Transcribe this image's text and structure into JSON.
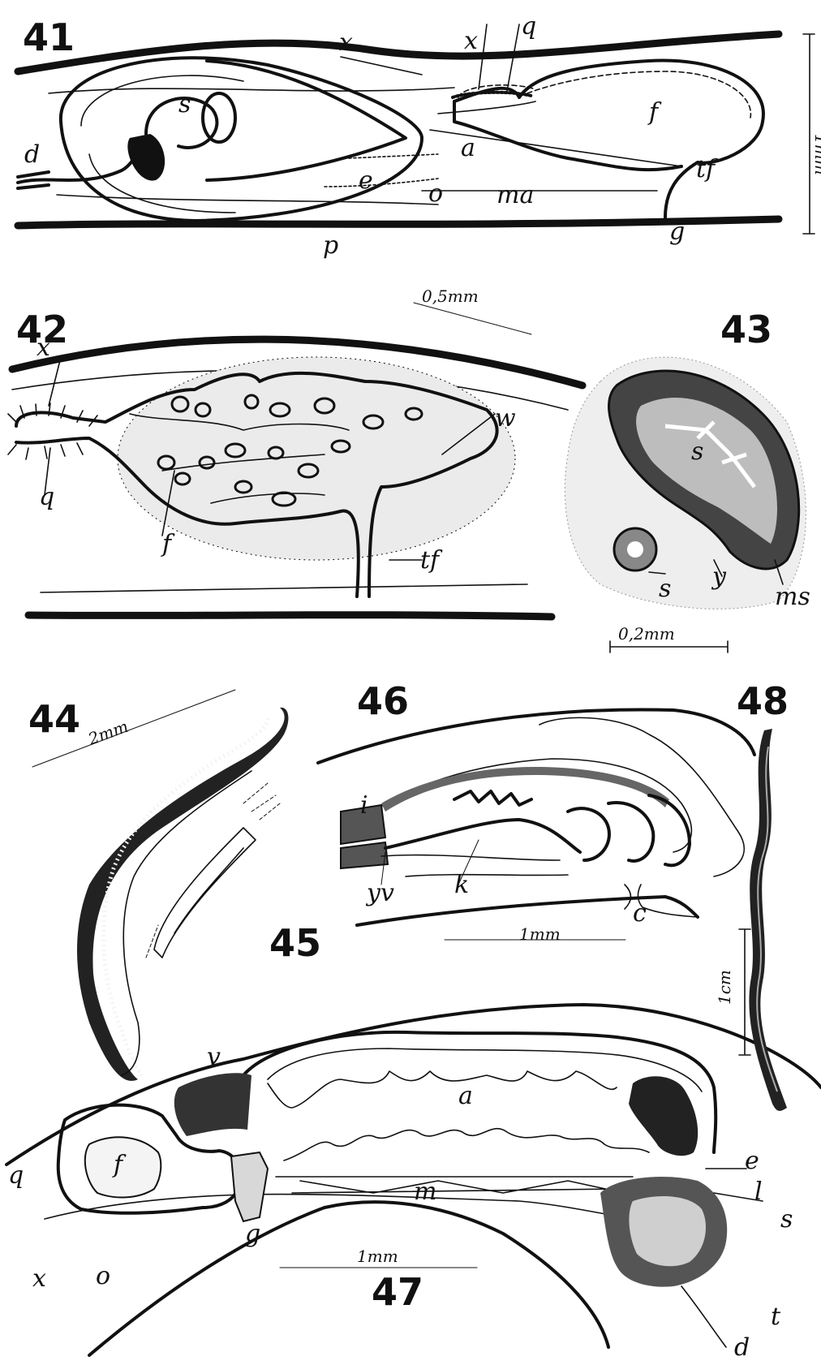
{
  "figures": {
    "f41": {
      "number": "41",
      "labels": [
        "x",
        "x",
        "q",
        "s",
        "d",
        "f",
        "a",
        "e",
        "o",
        "ma",
        "tf",
        "g",
        "p"
      ],
      "scale": "1mm"
    },
    "f42": {
      "number": "42",
      "labels": [
        "x",
        "q",
        "w",
        "f",
        "tf"
      ],
      "scale": "0,5mm"
    },
    "f43": {
      "number": "43",
      "labels": [
        "s",
        "ms",
        "s",
        "y"
      ],
      "scale": "0,2mm"
    },
    "f44": {
      "number": "44",
      "scale": "2mm"
    },
    "f45": {
      "number": "45"
    },
    "f46": {
      "number": "46",
      "labels": [
        "i",
        "yv",
        "k",
        "c"
      ],
      "scale": "1mm"
    },
    "f47": {
      "number": "47",
      "labels": [
        "a",
        "v",
        "f",
        "q",
        "x",
        "o",
        "g",
        "m",
        "e",
        "l",
        "s",
        "t",
        "d"
      ],
      "scale": "1mm"
    },
    "f48": {
      "number": "48",
      "scale": "1cm"
    }
  }
}
